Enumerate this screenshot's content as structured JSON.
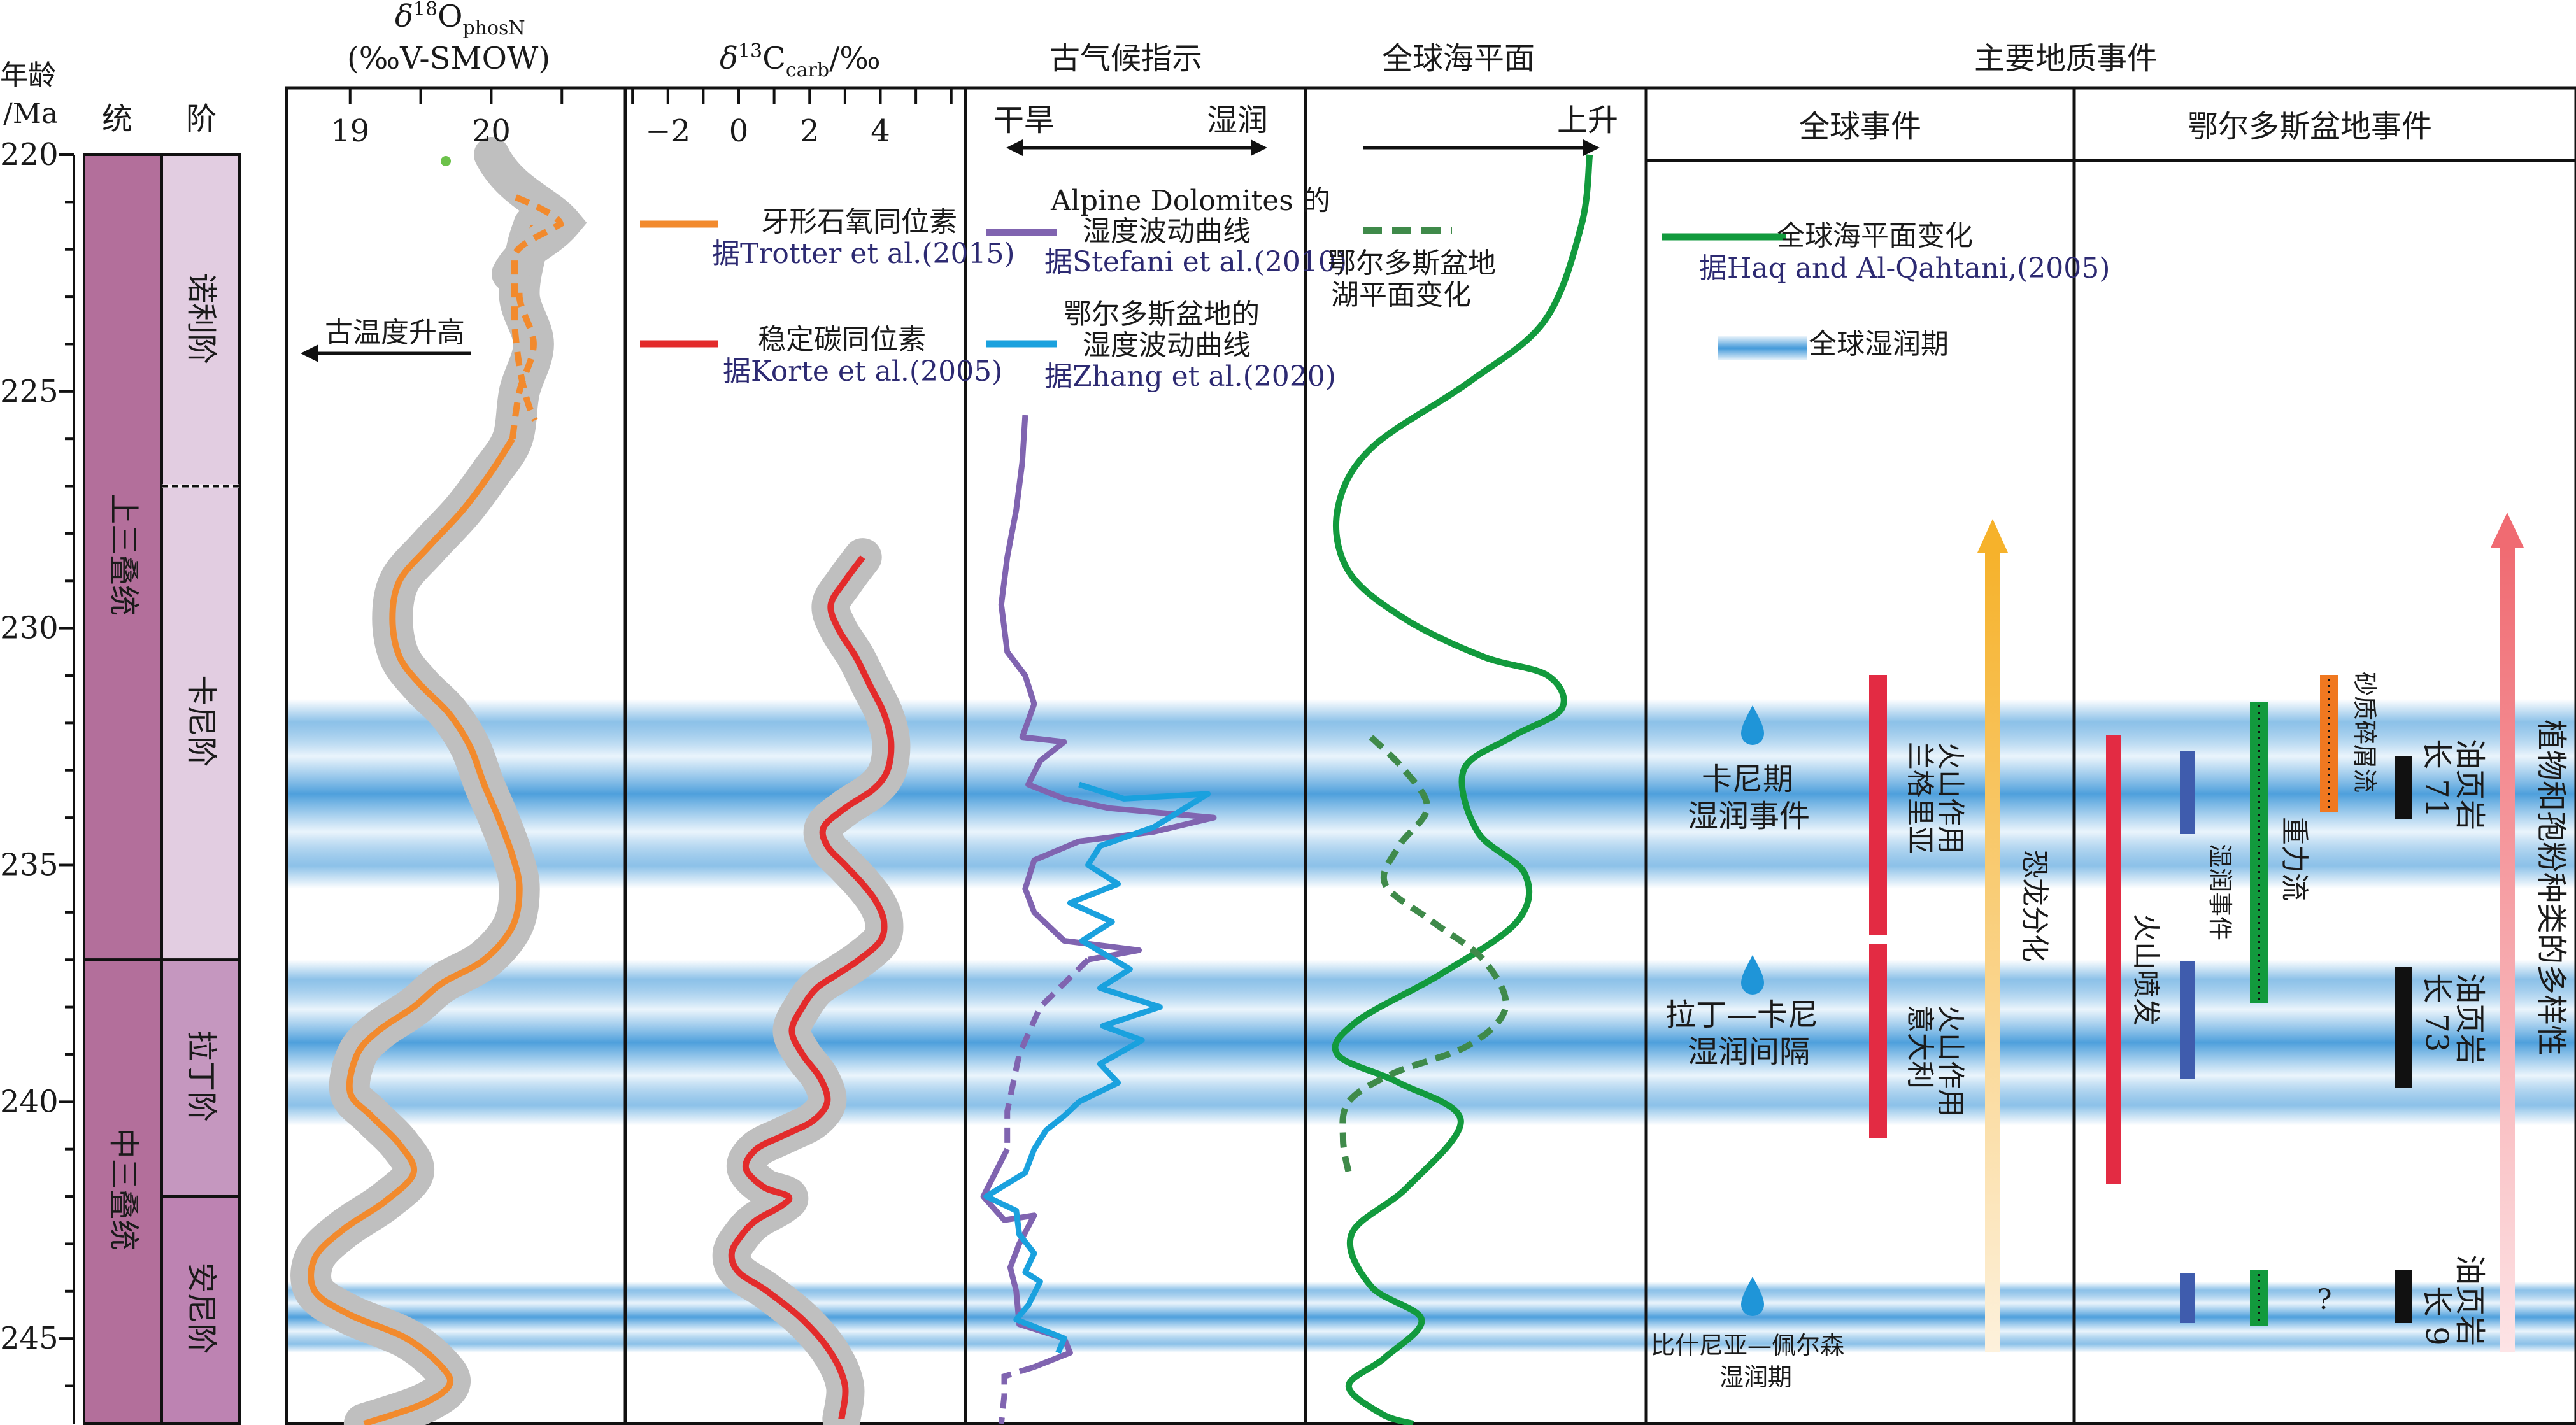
{
  "axis": {
    "title_line1": "年龄",
    "title_line2": "/Ma",
    "ticks": [
      "220",
      "225",
      "230",
      "235",
      "240",
      "245"
    ],
    "tick_values": [
      220,
      225,
      230,
      235,
      240,
      245
    ],
    "range": [
      220,
      246.8
    ]
  },
  "strat": {
    "series_header": "统",
    "stage_header": "阶",
    "series": [
      {
        "label": "上三叠统",
        "from": 220,
        "to": 237
      },
      {
        "label": "中三叠统",
        "from": 237,
        "to": 246.8
      }
    ],
    "stages": [
      {
        "label": "诺利阶",
        "from": 220,
        "to": 227
      },
      {
        "label": "卡尼阶",
        "from": 227,
        "to": 237
      },
      {
        "label": "拉丁阶",
        "from": 237,
        "to": 242
      },
      {
        "label": "安尼阶",
        "from": 242,
        "to": 246.8
      }
    ]
  },
  "humid_bands": [
    {
      "from": 231.5,
      "to": 235.5
    },
    {
      "from": 237,
      "to": 240.5
    },
    {
      "from": 243.8,
      "to": 245.3
    }
  ],
  "panels": {
    "oxygen": {
      "title_main": "δ",
      "title_sup": "18",
      "title_o": "O",
      "title_sub": "phosN",
      "title_line2": "(‰V-SMOW)",
      "ticks": [
        "19",
        "20"
      ],
      "tick_values": [
        19,
        20
      ],
      "xlim": [
        18.55,
        20.95
      ],
      "arrow_label": "古温度升高"
    },
    "carbon": {
      "title_main": "δ",
      "title_sup": "13",
      "title_c": "C",
      "title_sub": "carb",
      "title_unit": "/‰",
      "ticks": [
        "−2",
        "0",
        "2",
        "4"
      ],
      "tick_values": [
        -2,
        0,
        2,
        4
      ],
      "xlim": [
        -3.2,
        6.4
      ],
      "legend1": "牙形石氧同位素",
      "legend1_ref": "据Trotter et al.(2015)",
      "legend2": "稳定碳同位素",
      "legend2_ref": "据Korte et al.(2005)"
    },
    "climate": {
      "title": "古气候指示",
      "dry": "干旱",
      "wet": "湿润",
      "legend1_l1": "Alpine Dolomites 的",
      "legend1_l2": "湿度波动曲线",
      "legend1_ref": "据Stefani et al.(2010)",
      "legend2_l1": "鄂尔多斯盆地的",
      "legend2_l2": "湿度波动曲线",
      "legend2_ref": "据Zhang et al.(2020)"
    },
    "sealevel": {
      "title": "全球海平面",
      "rise": "上升",
      "legend_l1": "鄂尔多斯盆地",
      "legend_l2": "湖平面变化"
    },
    "events": {
      "title": "主要地质事件",
      "global_header": "全球事件",
      "ordos_header": "鄂尔多斯盆地事件",
      "legend_sea": "全球海平面变化",
      "legend_sea_ref": "据Haq and Al-Qahtani,(2005)",
      "legend_humid": "全球湿润期",
      "carnian_l1": "卡尼期",
      "carnian_l2": "湿润事件",
      "ladinian_l1": "拉丁—卡尼",
      "ladinian_l2": "湿润间隔",
      "anisian_l1": "比什尼亚—佩尔森",
      "anisian_l2": "湿润期",
      "wrangellia_l1": "兰格里亚",
      "wrangellia_l2": "火山作用",
      "italy_l1": "意大利",
      "italy_l2": "火山作用",
      "dinosaur": "恐龙分化",
      "volcano": "火山喷发",
      "humid_event": "湿润事件",
      "gravity_flow": "重力流",
      "sand_debris": "砂质碎屑流",
      "question": "?",
      "c71_l1": "长 71",
      "c71_l2": "油页岩",
      "c73_l1": "长 73",
      "c73_l2": "油页岩",
      "c9_l1": "长 9",
      "c9_l2": "油页岩",
      "plant_diversity": "植物和孢粉种类的多样性"
    }
  },
  "colors": {
    "strat_series": "#b36f9b",
    "strat_stage_upper": "#e2cde1",
    "strat_stage_ladin": "#c597bf",
    "strat_stage_anis": "#bd83b2",
    "humid_band": "#2f8fd6",
    "oxygen_curve": "#f28a2d",
    "carbon_curve": "#e32b2b",
    "envelope": "#bfbfbf",
    "alpine_curve": "#8064b0",
    "ordos_curve": "#1aa1de",
    "sealevel_curve": "#129a3d",
    "lake_curve": "#3f8a4a",
    "volcano_red": "#e32b43",
    "humid_blue": "#3f5cad",
    "gravity_green": "#129a3d",
    "sand_orange": "#f07820",
    "black_bar": "#111111",
    "dinosaur_arrow": "#f6b22b",
    "plant_arrow": "#f06b72",
    "drop_blue": "#1f95d8"
  },
  "chart_data": [
    {
      "type": "line",
      "ylabel": "年龄 /Ma",
      "ylim": [
        220,
        246.8
      ],
      "xlim": [
        18.55,
        20.95
      ],
      "series": [
        {
          "name": "牙形石氧同位素",
          "x": [
            20.3,
            20.25,
            20.2,
            20.3,
            20.2,
            20.15,
            20.0,
            19.8,
            19.55,
            19.35,
            19.3,
            19.35,
            19.5,
            19.7,
            19.85,
            19.95,
            20.05,
            20.15,
            20.2,
            20.15,
            19.95,
            19.65,
            19.45,
            19.2,
            19.05,
            19.0,
            19.15,
            19.35,
            19.45,
            19.25,
            18.95,
            18.75,
            18.75,
            19.0,
            19.4,
            19.65,
            19.7,
            19.5,
            19.1
          ],
          "y": [
            221.5,
            222.0,
            223.0,
            224.0,
            225.0,
            226.0,
            226.7,
            227.5,
            228.3,
            229.0,
            229.8,
            230.6,
            231.2,
            231.8,
            232.5,
            233.3,
            234.0,
            234.8,
            235.5,
            236.3,
            237.0,
            237.5,
            238.0,
            238.5,
            239.0,
            239.8,
            240.3,
            240.9,
            241.5,
            242.1,
            242.7,
            243.3,
            244.0,
            244.5,
            245.0,
            245.6,
            246.0,
            246.4,
            246.8
          ]
        }
      ]
    },
    {
      "type": "line",
      "ylabel": "年龄 /Ma",
      "ylim": [
        220,
        246.8
      ],
      "xlim": [
        -3.2,
        6.4
      ],
      "series": [
        {
          "name": "稳定碳同位素",
          "x": [
            3.5,
            3.0,
            2.6,
            2.8,
            3.3,
            3.7,
            4.1,
            4.3,
            4.2,
            3.8,
            3.0,
            2.4,
            2.5,
            3.0,
            3.5,
            3.9,
            4.1,
            4.0,
            3.4,
            2.8,
            2.2,
            1.8,
            1.5,
            1.8,
            2.3,
            2.5,
            2.1,
            1.3,
            0.5,
            0.2,
            0.7,
            1.4,
            1.2,
            0.5,
            0.1,
            -0.2,
            0.0,
            0.8,
            1.8,
            2.6,
            3.0,
            2.9
          ],
          "y": [
            228.5,
            229.0,
            229.5,
            230.0,
            230.6,
            231.2,
            231.8,
            232.4,
            233.0,
            233.4,
            233.8,
            234.2,
            234.6,
            235.0,
            235.4,
            235.8,
            236.2,
            236.6,
            237.0,
            237.3,
            237.6,
            238.0,
            238.5,
            239.0,
            239.5,
            240.0,
            240.4,
            240.7,
            241.0,
            241.4,
            241.8,
            242.0,
            242.2,
            242.5,
            242.8,
            243.2,
            243.6,
            244.0,
            244.6,
            245.3,
            246.0,
            246.7
          ]
        }
      ]
    }
  ]
}
